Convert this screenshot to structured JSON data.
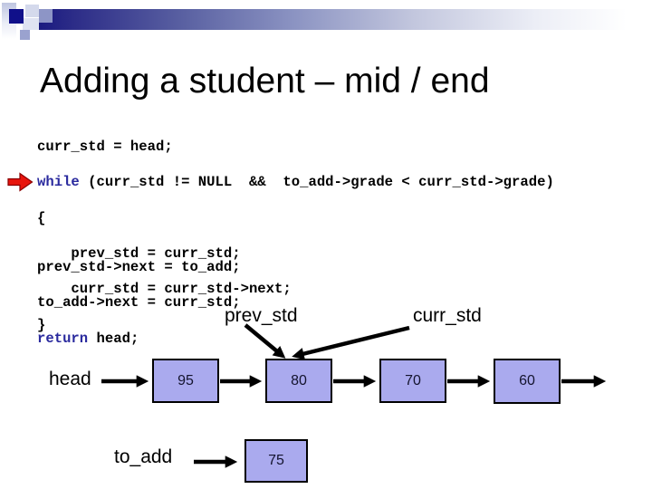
{
  "slide": {
    "title": "Adding a student – mid / end"
  },
  "code": {
    "block1": {
      "l1": "curr_std = head;",
      "l2_kw": "while",
      "l2_rest": " (curr_std != NULL  &&  to_add->grade < curr_std->grade)",
      "l3": "{",
      "l4": "    prev_std = curr_std;",
      "l5": "    curr_std = curr_std->next;",
      "l6": "}"
    },
    "block2": {
      "l1": "prev_std->next = to_add;",
      "l2": "to_add->next = curr_std;",
      "l3_kw": "return",
      "l3_rest": " head;"
    }
  },
  "diagram": {
    "labels": {
      "prev": "prev_std",
      "curr": "curr_std",
      "head": "head",
      "to_add": "to_add"
    },
    "list_nodes": [
      {
        "value": "95"
      },
      {
        "value": "80"
      },
      {
        "value": "70"
      },
      {
        "value": "60"
      }
    ],
    "to_add_node": {
      "value": "75"
    }
  },
  "colors": {
    "accent-navy": "#10108a",
    "bar-dark": "#1a1a80",
    "node-fill": "#aaaaee",
    "node-border": "#000000",
    "keyword-blue": "#2a2a9e",
    "pointer-red": "#e8150d",
    "pointer-red-border": "#8a0000"
  }
}
